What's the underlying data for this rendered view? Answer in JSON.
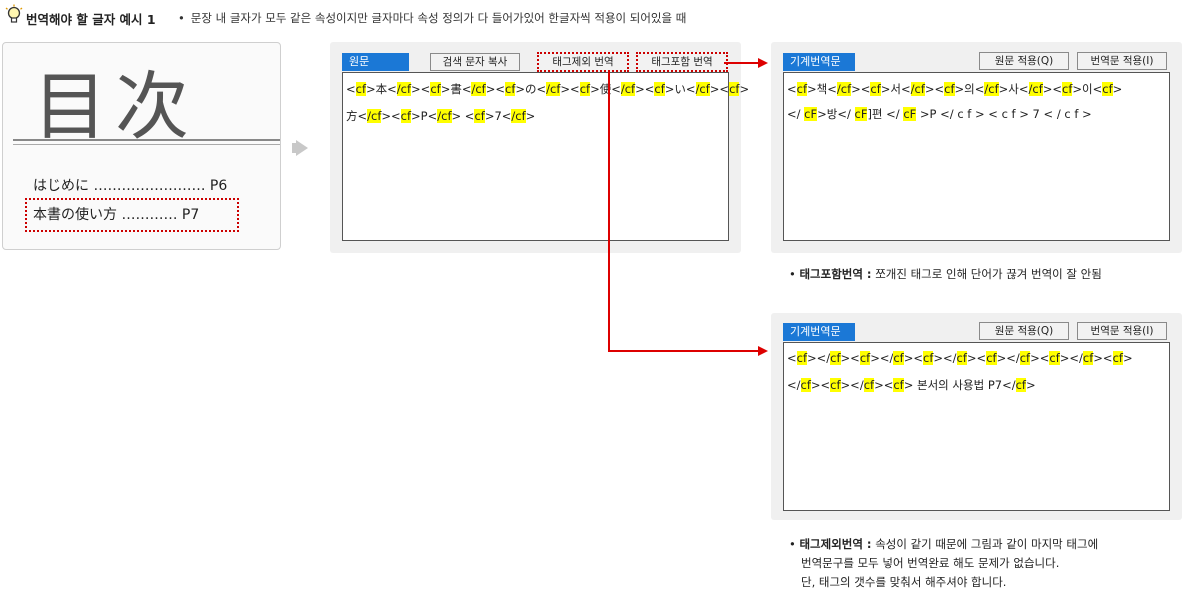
{
  "header": {
    "title": "번역해야 할 글자 예시 1",
    "bullet": "•",
    "description": "문장 내 글자가 모두 같은 속성이지만 글자마다 속성 정의가 다 들어가있어 한글자씩 적용이 되어있을 때"
  },
  "book": {
    "title_kanji": "目次",
    "toc_items": [
      "はじめに …………………… P6",
      "本書の使い方 ………… P7"
    ]
  },
  "source_panel": {
    "tab_label": "원문",
    "buttons": [
      "검색 문자 복사",
      "태그제외 번역",
      "태그포함 번역"
    ],
    "line1": [
      {
        "t": "<"
      },
      {
        "t": "cf",
        "h": true
      },
      {
        "t": ">本<"
      },
      {
        "t": "/cf",
        "h": true
      },
      {
        "t": "><"
      },
      {
        "t": "cf",
        "h": true
      },
      {
        "t": ">書<"
      },
      {
        "t": "/cf",
        "h": true
      },
      {
        "t": "><"
      },
      {
        "t": "cf",
        "h": true
      },
      {
        "t": ">の<"
      },
      {
        "t": "/cf",
        "h": true
      },
      {
        "t": "><"
      },
      {
        "t": "cf",
        "h": true
      },
      {
        "t": ">使<"
      },
      {
        "t": "/cf",
        "h": true
      },
      {
        "t": "><"
      },
      {
        "t": "cf",
        "h": true
      },
      {
        "t": ">い<"
      },
      {
        "t": "/cf",
        "h": true
      },
      {
        "t": "><"
      },
      {
        "t": "cf",
        "h": true
      },
      {
        "t": ">"
      }
    ],
    "line2": [
      {
        "t": "方<"
      },
      {
        "t": "/cf",
        "h": true
      },
      {
        "t": "><"
      },
      {
        "t": "cf",
        "h": true
      },
      {
        "t": ">P<"
      },
      {
        "t": "/cf",
        "h": true
      },
      {
        "t": ">  <"
      },
      {
        "t": "cf",
        "h": true
      },
      {
        "t": ">7<"
      },
      {
        "t": "/cf",
        "h": true
      },
      {
        "t": ">"
      }
    ]
  },
  "result_panel_1": {
    "tab_label": "기계번역문",
    "buttons": [
      "원문 적용(Q)",
      "번역문 적용(I)"
    ],
    "line1": [
      {
        "t": "<"
      },
      {
        "t": "cf",
        "h": true
      },
      {
        "t": ">책<"
      },
      {
        "t": "/cf",
        "h": true
      },
      {
        "t": "><"
      },
      {
        "t": "cf",
        "h": true
      },
      {
        "t": ">서<"
      },
      {
        "t": "/cf",
        "h": true
      },
      {
        "t": "><"
      },
      {
        "t": "cf",
        "h": true
      },
      {
        "t": ">의<"
      },
      {
        "t": "/cf",
        "h": true
      },
      {
        "t": ">사<"
      },
      {
        "t": "/cf",
        "h": true
      },
      {
        "t": "><"
      },
      {
        "t": "cf",
        "h": true
      },
      {
        "t": ">이<"
      },
      {
        "t": "cf",
        "h": true
      },
      {
        "t": ">"
      }
    ],
    "line2": [
      {
        "t": "</ "
      },
      {
        "t": "cF",
        "h": true
      },
      {
        "t": ">방</ "
      },
      {
        "t": "cF",
        "h": true
      },
      {
        "t": "]편 </ "
      },
      {
        "t": "cF",
        "h": true
      },
      {
        "t": " >P </ c f > < c f > 7 < / c f >"
      }
    ],
    "note_label": "태그포함번역 :",
    "note_text": "쪼개진 태그로 인해 단어가 끊겨 번역이 잘 안됨"
  },
  "result_panel_2": {
    "tab_label": "기계번역문",
    "buttons": [
      "원문 적용(Q)",
      "번역문 적용(I)"
    ],
    "line1": [
      {
        "t": "<"
      },
      {
        "t": "cf",
        "h": true
      },
      {
        "t": "></"
      },
      {
        "t": "cf",
        "h": true
      },
      {
        "t": "><"
      },
      {
        "t": "cf",
        "h": true
      },
      {
        "t": "></"
      },
      {
        "t": "cf",
        "h": true
      },
      {
        "t": "><"
      },
      {
        "t": "cf",
        "h": true
      },
      {
        "t": "></"
      },
      {
        "t": "cf",
        "h": true
      },
      {
        "t": "><"
      },
      {
        "t": "cf",
        "h": true
      },
      {
        "t": "></"
      },
      {
        "t": "cf",
        "h": true
      },
      {
        "t": "><"
      },
      {
        "t": "cf",
        "h": true
      },
      {
        "t": "></"
      },
      {
        "t": "cf",
        "h": true
      },
      {
        "t": "><"
      },
      {
        "t": "cf",
        "h": true
      },
      {
        "t": ">"
      }
    ],
    "line2": [
      {
        "t": "</"
      },
      {
        "t": "cf",
        "h": true
      },
      {
        "t": "><"
      },
      {
        "t": "cf",
        "h": true
      },
      {
        "t": "></"
      },
      {
        "t": "cf",
        "h": true
      },
      {
        "t": "><"
      },
      {
        "t": "cf",
        "h": true
      },
      {
        "t": "> 본서의 사용법 P7</"
      },
      {
        "t": "cf",
        "h": true
      },
      {
        "t": ">"
      }
    ],
    "note_label": "태그제외번역 :",
    "note_text": "속성이 같기 때문에 그림과 같이 마지막 태그에",
    "note_line2": "번역문구를 모두 넣어 번역완료 해도 문제가 없습니다.",
    "note_line3": "단, 태그의 갯수를 맞춰서 해주셔야 합니다."
  },
  "colors": {
    "accent_blue": "#1b78d6",
    "highlight": "#ffff00",
    "arrow_red": "#dd0000"
  }
}
